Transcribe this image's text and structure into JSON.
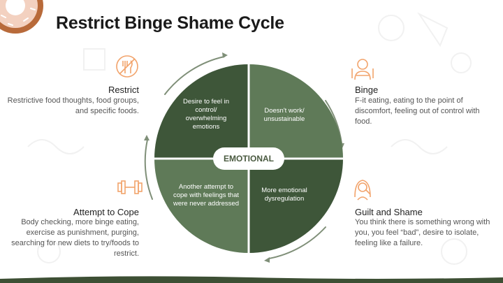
{
  "title": "Restrict Binge Shame Cycle",
  "center_label": "EMOTIONAL",
  "quadrants": {
    "top_left": "Desire to feel in control/ overwhelming emotions",
    "top_right": "Doesn't work/ unsustainable",
    "bottom_left": "Another attempt to cope with feelings that were never addressed",
    "bottom_right": "More emotional dysregulation"
  },
  "stages": {
    "restrict": {
      "title": "Restrict",
      "desc": "Restrictive food thoughts, food groups, and specific foods.",
      "icon": "no-food-icon"
    },
    "binge": {
      "title": "Binge",
      "desc": "F-it eating, eating to the point of discomfort, feeling out of control with food.",
      "icon": "eating-person-icon"
    },
    "guilt": {
      "title": "Guilt and Shame",
      "desc": "You think there is something wrong with you, you feel “bad”, desire to isolate, feeling like a failure.",
      "icon": "sad-person-icon"
    },
    "cope": {
      "title": "Attempt to Cope",
      "desc": "Body checking, more binge eating, exercise as punishment, purging, searching for new diets to try/foods to restrict.",
      "icon": "dumbbell-icon"
    }
  },
  "colors": {
    "quad_top_left": "#3e5639",
    "quad_top_right": "#5f7a58",
    "quad_bottom_left": "#5f7a58",
    "quad_bottom_right": "#3e5639",
    "accent_orange": "#f2a36b",
    "ground": "#3d4f34",
    "arrow": "#7f8f78"
  }
}
